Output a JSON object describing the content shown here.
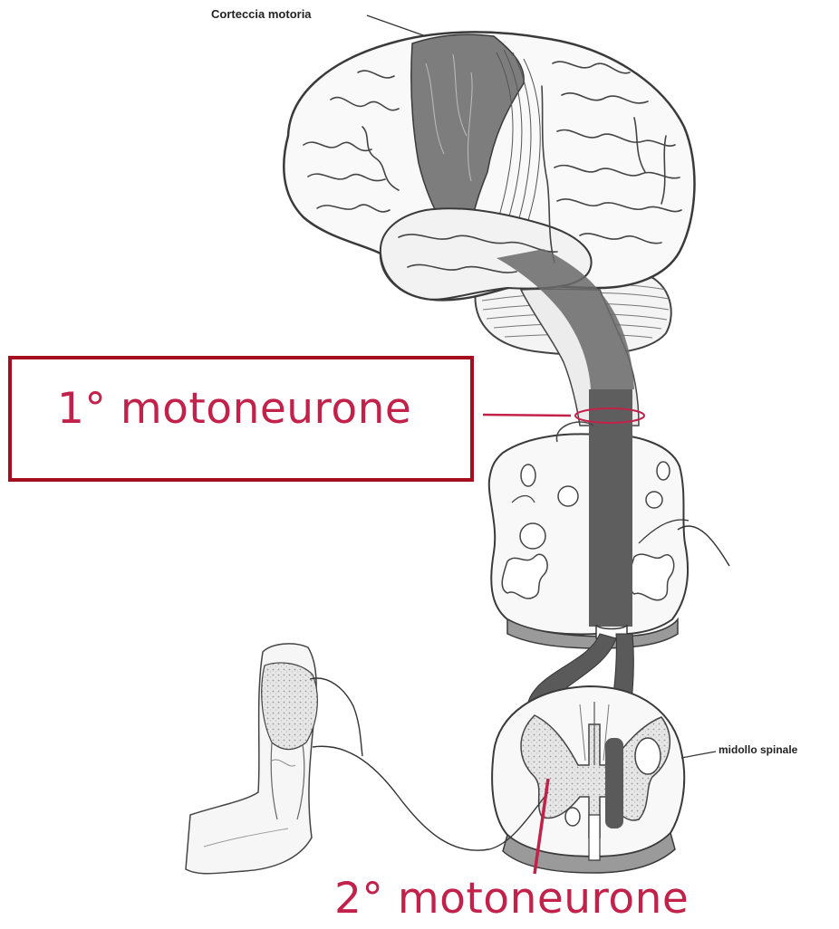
{
  "labels": {
    "corteccia": "Corteccia motoria",
    "midollo": "midollo spinale",
    "motoneurone1": "1° motoneurone",
    "motoneurone2": "2° motoneurone"
  },
  "colors": {
    "accent": "#c2214a",
    "box_border": "#a40e1e",
    "tract": "#5e5e5e",
    "cortex_band": "#7d7d7d",
    "line": "#333333"
  }
}
